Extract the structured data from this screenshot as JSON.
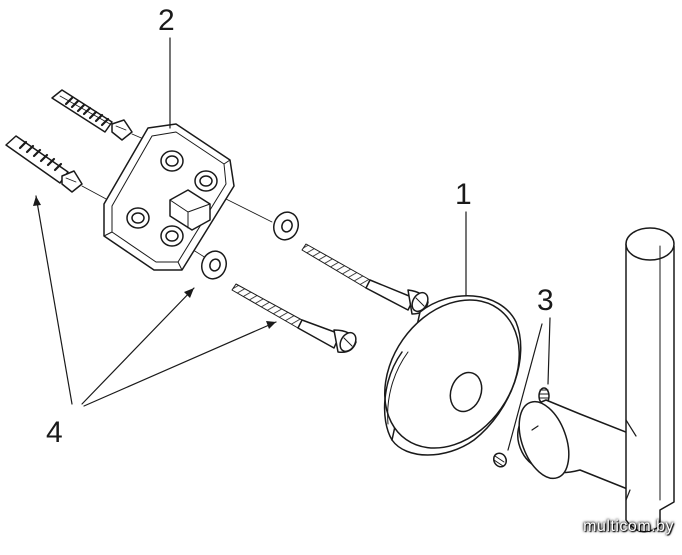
{
  "callouts": {
    "part1": "1",
    "part2": "2",
    "part3": "3",
    "part4": "4"
  },
  "watermark": "multicom.by",
  "colors": {
    "line": "#1a1a1a",
    "fill": "#ffffff"
  }
}
